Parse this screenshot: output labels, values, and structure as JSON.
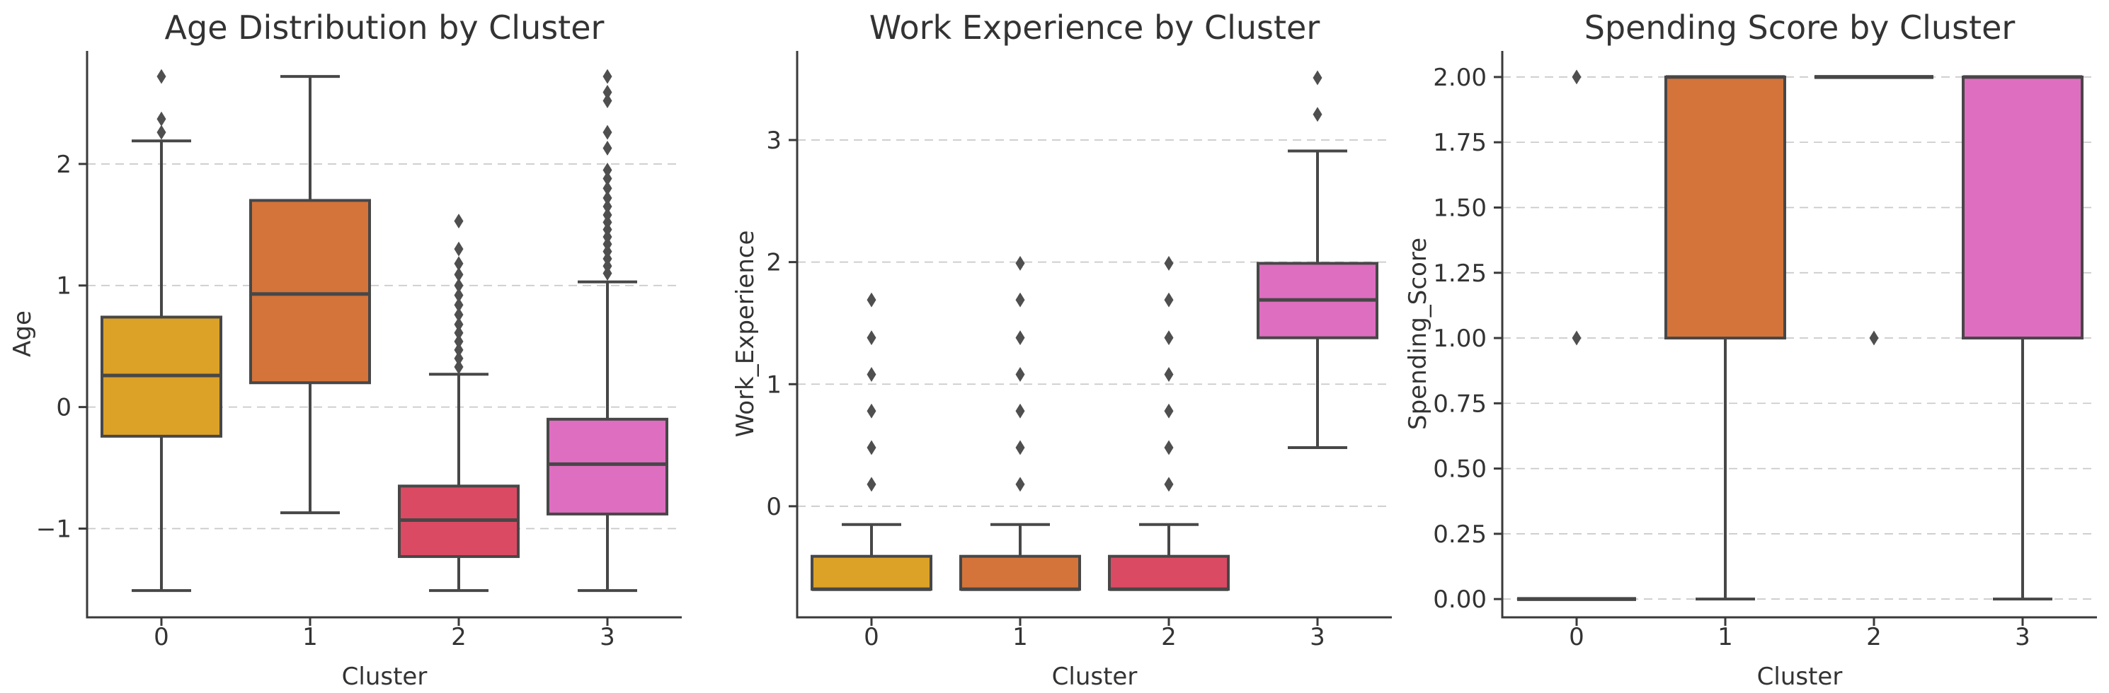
{
  "figure": {
    "background": "#ffffff"
  },
  "styles": {
    "box_edge": "#474747",
    "whisker": "#474747",
    "median": "#474747",
    "flier": "#4f4f4f",
    "grid": "#c9c9c9",
    "spine": "#3a3a3a",
    "text": "#333333"
  },
  "chart_data": [
    {
      "type": "box",
      "title": "Age Distribution by Cluster",
      "xlabel": "Cluster",
      "ylabel": "Age",
      "categories": [
        "0",
        "1",
        "2",
        "3"
      ],
      "ytick_values": [
        -1,
        0,
        1,
        2
      ],
      "ytick_labels": [
        "−1",
        "0",
        "1",
        "2"
      ],
      "ylim": [
        -1.73,
        2.93
      ],
      "grid": true,
      "colors": [
        "#DCA127",
        "#D4743A",
        "#DB4A63",
        "#DE6EC0"
      ],
      "boxes": [
        {
          "cluster": "0",
          "whislo": -1.51,
          "q1": -0.24,
          "med": 0.26,
          "q3": 0.74,
          "whishi": 2.19,
          "outliers": [
            2.26,
            2.37,
            2.72
          ]
        },
        {
          "cluster": "1",
          "whislo": -0.87,
          "q1": 0.2,
          "med": 0.93,
          "q3": 1.7,
          "whishi": 2.72,
          "outliers": []
        },
        {
          "cluster": "2",
          "whislo": -1.51,
          "q1": -1.23,
          "med": -0.93,
          "q3": -0.65,
          "whishi": 0.27,
          "outliers": [
            0.33,
            0.4,
            0.47,
            0.54,
            0.61,
            0.68,
            0.76,
            0.84,
            0.92,
            1.0,
            1.09,
            1.18,
            1.3,
            1.53
          ]
        },
        {
          "cluster": "3",
          "whislo": -1.51,
          "q1": -0.88,
          "med": -0.47,
          "q3": -0.1,
          "whishi": 1.03,
          "outliers": [
            1.1,
            1.16,
            1.22,
            1.28,
            1.34,
            1.4,
            1.46,
            1.52,
            1.58,
            1.65,
            1.72,
            1.8,
            1.88,
            1.95,
            2.13,
            2.26,
            2.52,
            2.59,
            2.72
          ]
        }
      ]
    },
    {
      "type": "box",
      "title": "Work Experience by Cluster",
      "xlabel": "Cluster",
      "ylabel": "Work_Experience",
      "categories": [
        "0",
        "1",
        "2",
        "3"
      ],
      "ytick_values": [
        0,
        1,
        2,
        3
      ],
      "ytick_labels": [
        "0",
        "1",
        "2",
        "3"
      ],
      "ylim": [
        -0.91,
        3.73
      ],
      "grid": true,
      "colors": [
        "#DCA127",
        "#D4743A",
        "#DB4A63",
        "#DE6EC0"
      ],
      "boxes": [
        {
          "cluster": "0",
          "whislo": -0.68,
          "q1": -0.68,
          "med": -0.68,
          "q3": -0.41,
          "whishi": -0.15,
          "outliers": [
            0.18,
            0.48,
            0.78,
            1.08,
            1.38,
            1.69
          ]
        },
        {
          "cluster": "1",
          "whislo": -0.68,
          "q1": -0.68,
          "med": -0.68,
          "q3": -0.41,
          "whishi": -0.15,
          "outliers": [
            0.18,
            0.48,
            0.78,
            1.08,
            1.38,
            1.69,
            1.99
          ]
        },
        {
          "cluster": "2",
          "whislo": -0.68,
          "q1": -0.68,
          "med": -0.68,
          "q3": -0.41,
          "whishi": -0.15,
          "outliers": [
            0.18,
            0.48,
            0.78,
            1.08,
            1.38,
            1.69,
            1.99
          ]
        },
        {
          "cluster": "3",
          "whislo": 0.48,
          "q1": 1.38,
          "med": 1.69,
          "q3": 1.99,
          "whishi": 2.91,
          "outliers": [
            3.21,
            3.51
          ]
        }
      ]
    },
    {
      "type": "box",
      "title": "Spending Score by Cluster",
      "xlabel": "Cluster",
      "ylabel": "Spending_Score",
      "categories": [
        "0",
        "1",
        "2",
        "3"
      ],
      "ytick_values": [
        0,
        0.25,
        0.5,
        0.75,
        1,
        1.25,
        1.5,
        1.75,
        2
      ],
      "ytick_labels": [
        "0.00",
        "0.25",
        "0.50",
        "0.75",
        "1.00",
        "1.25",
        "1.50",
        "1.75",
        "2.00"
      ],
      "ylim": [
        -0.07,
        2.1
      ],
      "grid": true,
      "colors": [
        "#DCA127",
        "#D4743A",
        "#DB4A63",
        "#DE6EC0"
      ],
      "boxes": [
        {
          "cluster": "0",
          "whislo": 0.0,
          "q1": 0.0,
          "med": 0.0,
          "q3": 0.0,
          "whishi": 0.0,
          "outliers": [
            1.0,
            2.0
          ]
        },
        {
          "cluster": "1",
          "whislo": 0.0,
          "q1": 1.0,
          "med": 2.0,
          "q3": 2.0,
          "whishi": 2.0,
          "outliers": []
        },
        {
          "cluster": "2",
          "whislo": 2.0,
          "q1": 2.0,
          "med": 2.0,
          "q3": 2.0,
          "whishi": 2.0,
          "outliers": [
            1.0
          ]
        },
        {
          "cluster": "3",
          "whislo": 0.0,
          "q1": 1.0,
          "med": 2.0,
          "q3": 2.0,
          "whishi": 2.0,
          "outliers": []
        }
      ]
    }
  ]
}
